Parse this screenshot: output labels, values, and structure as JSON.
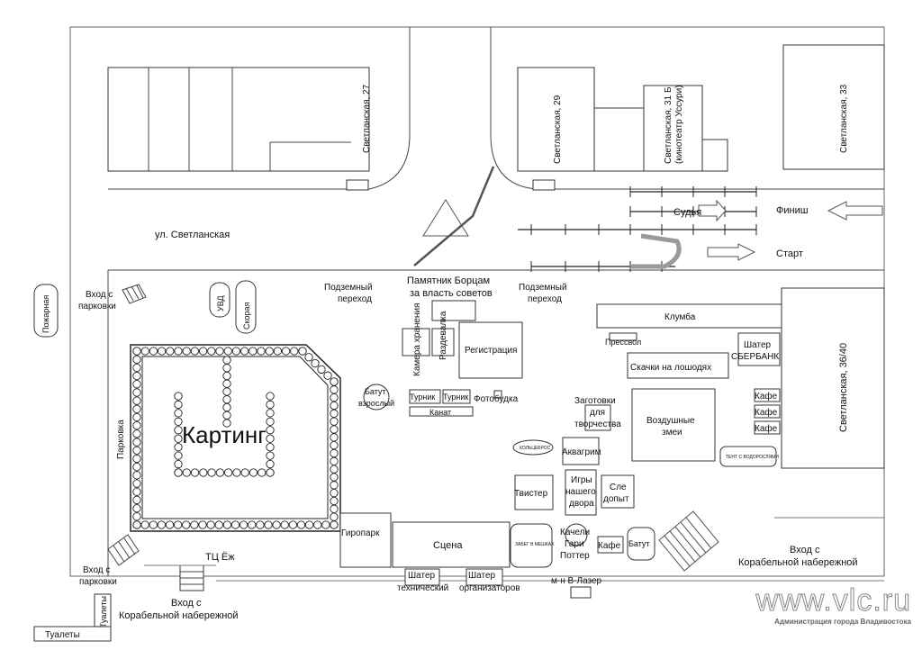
{
  "labels": {
    "bld_27": "Светланская, 27",
    "bld_29": "Светланская, 29",
    "bld_31b": "Светланская, 31 Б",
    "bld_31b_sub": "(кинотеатр Уссури)",
    "bld_33": "Светланская, 33",
    "street": "ул. Светланская",
    "judge": "Судья",
    "finish": "Финиш",
    "start": "Старт",
    "under1_a": "Подземный",
    "under1_b": "переход",
    "monument_a": "Памятник Борцам",
    "monument_b": "за власть советов",
    "under2_a": "Подземный",
    "under2_b": "переход",
    "fire": "Пожарная",
    "entry_park1_a": "Вход с",
    "entry_park1_b": "парковки",
    "uvd": "УВД",
    "ambulance": "Скорая",
    "flowerbed": "Клумба",
    "press": "Прессвол",
    "sber_a": "Шатер",
    "sber_b": "СБЕРБАНК",
    "bld_36": "Светланская, 36/40",
    "storage": "Камера хранения",
    "wardrobe": "Раздевалка",
    "registration": "Регистрация",
    "horse_race": "Скачки на лошодях",
    "trampoline_big_a": "Батут",
    "trampoline_big_b": "взрослый",
    "turnik1": "Турник",
    "turnik2": "Турник",
    "photobooth": "Фотобудка",
    "rope": "Канат",
    "kart": "Картинг",
    "parking": "Парковка",
    "blanks_a": "Заготовки",
    "blanks_b": "для",
    "blanks_c": "творчества",
    "kites_a": "Воздушные",
    "kites_b": "змеи",
    "cafe1": "Кафе",
    "cafe2": "Кафе",
    "cafe3": "Кафе",
    "ring_toss": "КОЛЬЦЕБРОС",
    "aquagrim": "Аквагрим",
    "tent_small": "ТЕНТ С ВОДОРОСЛЯМИ",
    "twister": "Твистер",
    "games_a": "Игры",
    "games_b": "нашего",
    "games_c": "двора",
    "blind_a": "Сле",
    "blind_b": "допыт",
    "gyropark": "Гиропарк",
    "stage": "Сцена",
    "potter_a": "Качели",
    "potter_b": "Гари",
    "potter_c": "Поттер",
    "cafe4": "Кафе",
    "trampoline": "Батут",
    "small_stand": "ЗАБЕГ В МЕШКАХ",
    "entry_embank_right_a": "Вход с",
    "entry_embank_right_b": "Корабельной набережной",
    "tc": "ТЦ Ёж",
    "entry_park2_a": "Вход с",
    "entry_park2_b": "парковки",
    "tent_tech_a": "Шатер",
    "tent_tech_b": "технический",
    "tent_org_a": "Шатер",
    "tent_org_b": "организаторов",
    "laser": "м-н В-Лазер",
    "toilets_v": "Туалеты",
    "entry_embank_left_a": "Вход с",
    "entry_embank_left_b": "Корабельной набережной",
    "toilets": "Туалеты"
  },
  "brand": {
    "url": "www.vlc.ru",
    "subtitle": "Администрация города Владивостока"
  }
}
